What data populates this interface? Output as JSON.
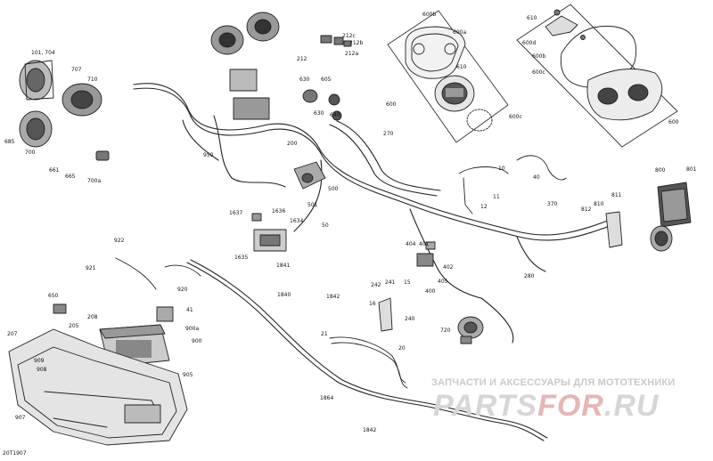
{
  "diagram_code": "20T1907",
  "watermark": {
    "text": "ЗАПЧАСТИ И АКСЕССУАРЫ ДЛЯ МОТОТЕХНИКИ",
    "logo_part1": "PARTS",
    "logo_part2": "FOR",
    "logo_part3": ".RU",
    "logo_accent_color": "#e7b5b5"
  },
  "labels": {
    "l101": "101, 704",
    "l707": "707",
    "l710": "710",
    "l685": "685",
    "l700": "700",
    "l661": "661",
    "l665": "665",
    "l700a": "700a",
    "l950": "950",
    "l200": "200",
    "l212": "212",
    "l212c": "212c",
    "l212b": "212b",
    "l212a": "212a",
    "l630": "630",
    "l605": "605",
    "l630b": "630",
    "l640": "640",
    "l270": "270",
    "l500": "500",
    "l501": "501",
    "l600b": "600b",
    "l600a": "600a",
    "l610": "610",
    "l600": "600",
    "l600c": "600c",
    "l610b": "610",
    "l600d": "600d",
    "l600b2": "600b",
    "l600c2": "600c",
    "l600e": "600",
    "l10": "10",
    "l40": "40",
    "l11": "11",
    "l12": "12",
    "l370": "370",
    "l800": "800",
    "l801": "801",
    "l811": "811",
    "l810": "810",
    "l812": "812",
    "l1637": "1637",
    "l1636": "1636",
    "l1634": "1634",
    "l1635": "1635",
    "l50": "50",
    "l1841": "1841",
    "l1840": "1840",
    "l1842": "1842",
    "l922": "922",
    "l921": "921",
    "l920": "920",
    "l404": "404",
    "l401": "401",
    "l402": "402",
    "l405": "405",
    "l400": "400",
    "l242": "242",
    "l241": "241",
    "l15": "15",
    "l16": "16",
    "l240": "240",
    "l280": "280",
    "l650": "650",
    "l41": "41",
    "l205": "205",
    "l208": "208",
    "l900a": "900a",
    "l900": "900",
    "l207": "207",
    "l909": "909",
    "l908": "908",
    "l905": "905",
    "l907": "907",
    "l21": "21",
    "l20": "20",
    "l720": "720",
    "l1864": "1864",
    "l1842b": "1842"
  }
}
